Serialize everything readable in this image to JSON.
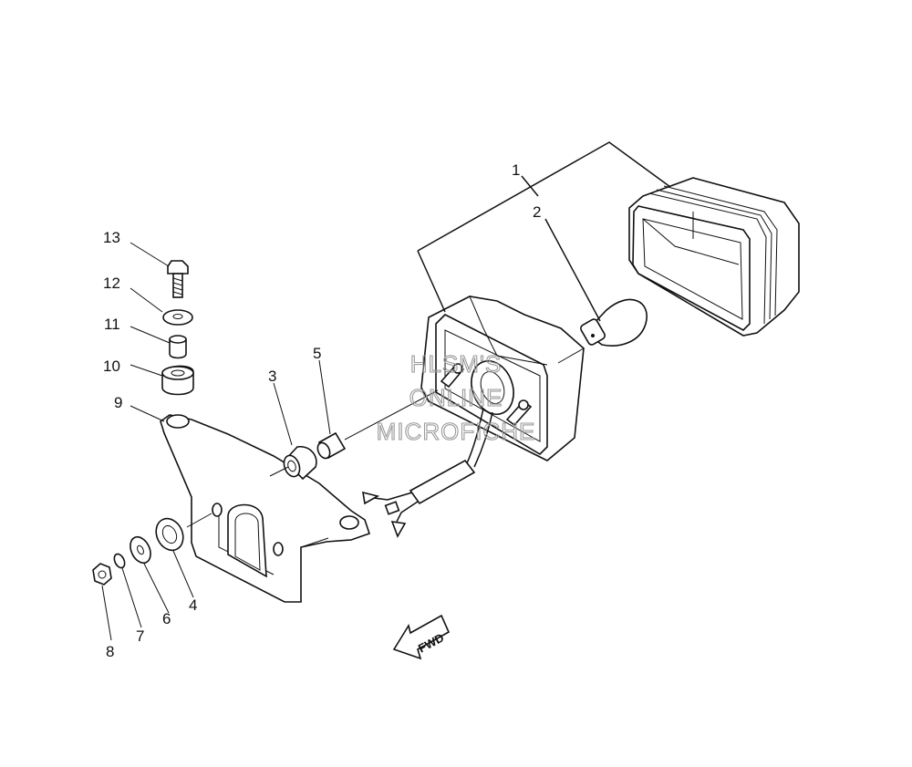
{
  "diagram": {
    "labels": [
      "1",
      "2",
      "3",
      "4",
      "5",
      "6",
      "7",
      "8",
      "9",
      "10",
      "11",
      "12",
      "13"
    ],
    "watermark": [
      "HLSM'S",
      "ONLINE",
      "MICROFICHE"
    ],
    "direction_arrow": "FWD"
  }
}
